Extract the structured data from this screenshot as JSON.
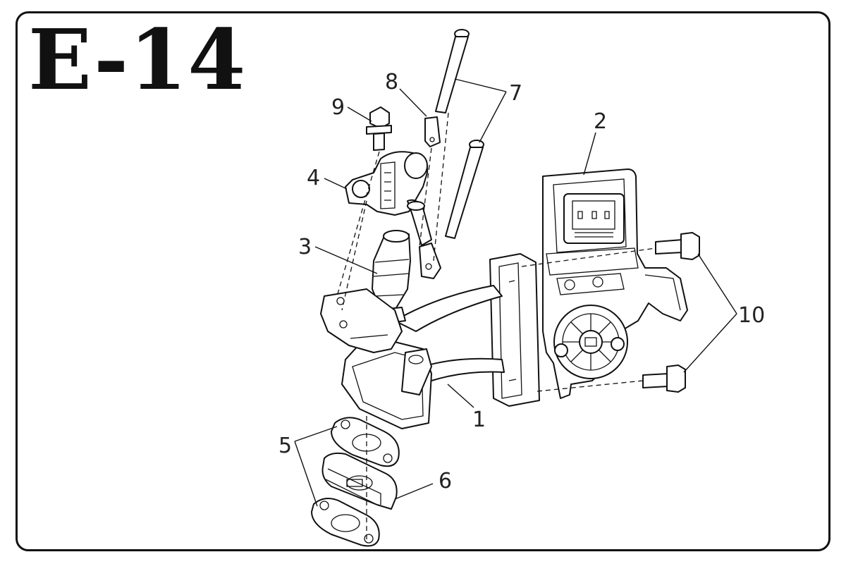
{
  "page": {
    "title": "E-14"
  },
  "callouts": [
    {
      "id": "1",
      "label": "1"
    },
    {
      "id": "2",
      "label": "2"
    },
    {
      "id": "3",
      "label": "3"
    },
    {
      "id": "4",
      "label": "4"
    },
    {
      "id": "5",
      "label": "5"
    },
    {
      "id": "6",
      "label": "6"
    },
    {
      "id": "7",
      "label": "7"
    },
    {
      "id": "8",
      "label": "8"
    },
    {
      "id": "9",
      "label": "9"
    },
    {
      "id": "10",
      "label": "10"
    }
  ],
  "colors": {
    "line": "#111111",
    "background": "#ffffff"
  }
}
